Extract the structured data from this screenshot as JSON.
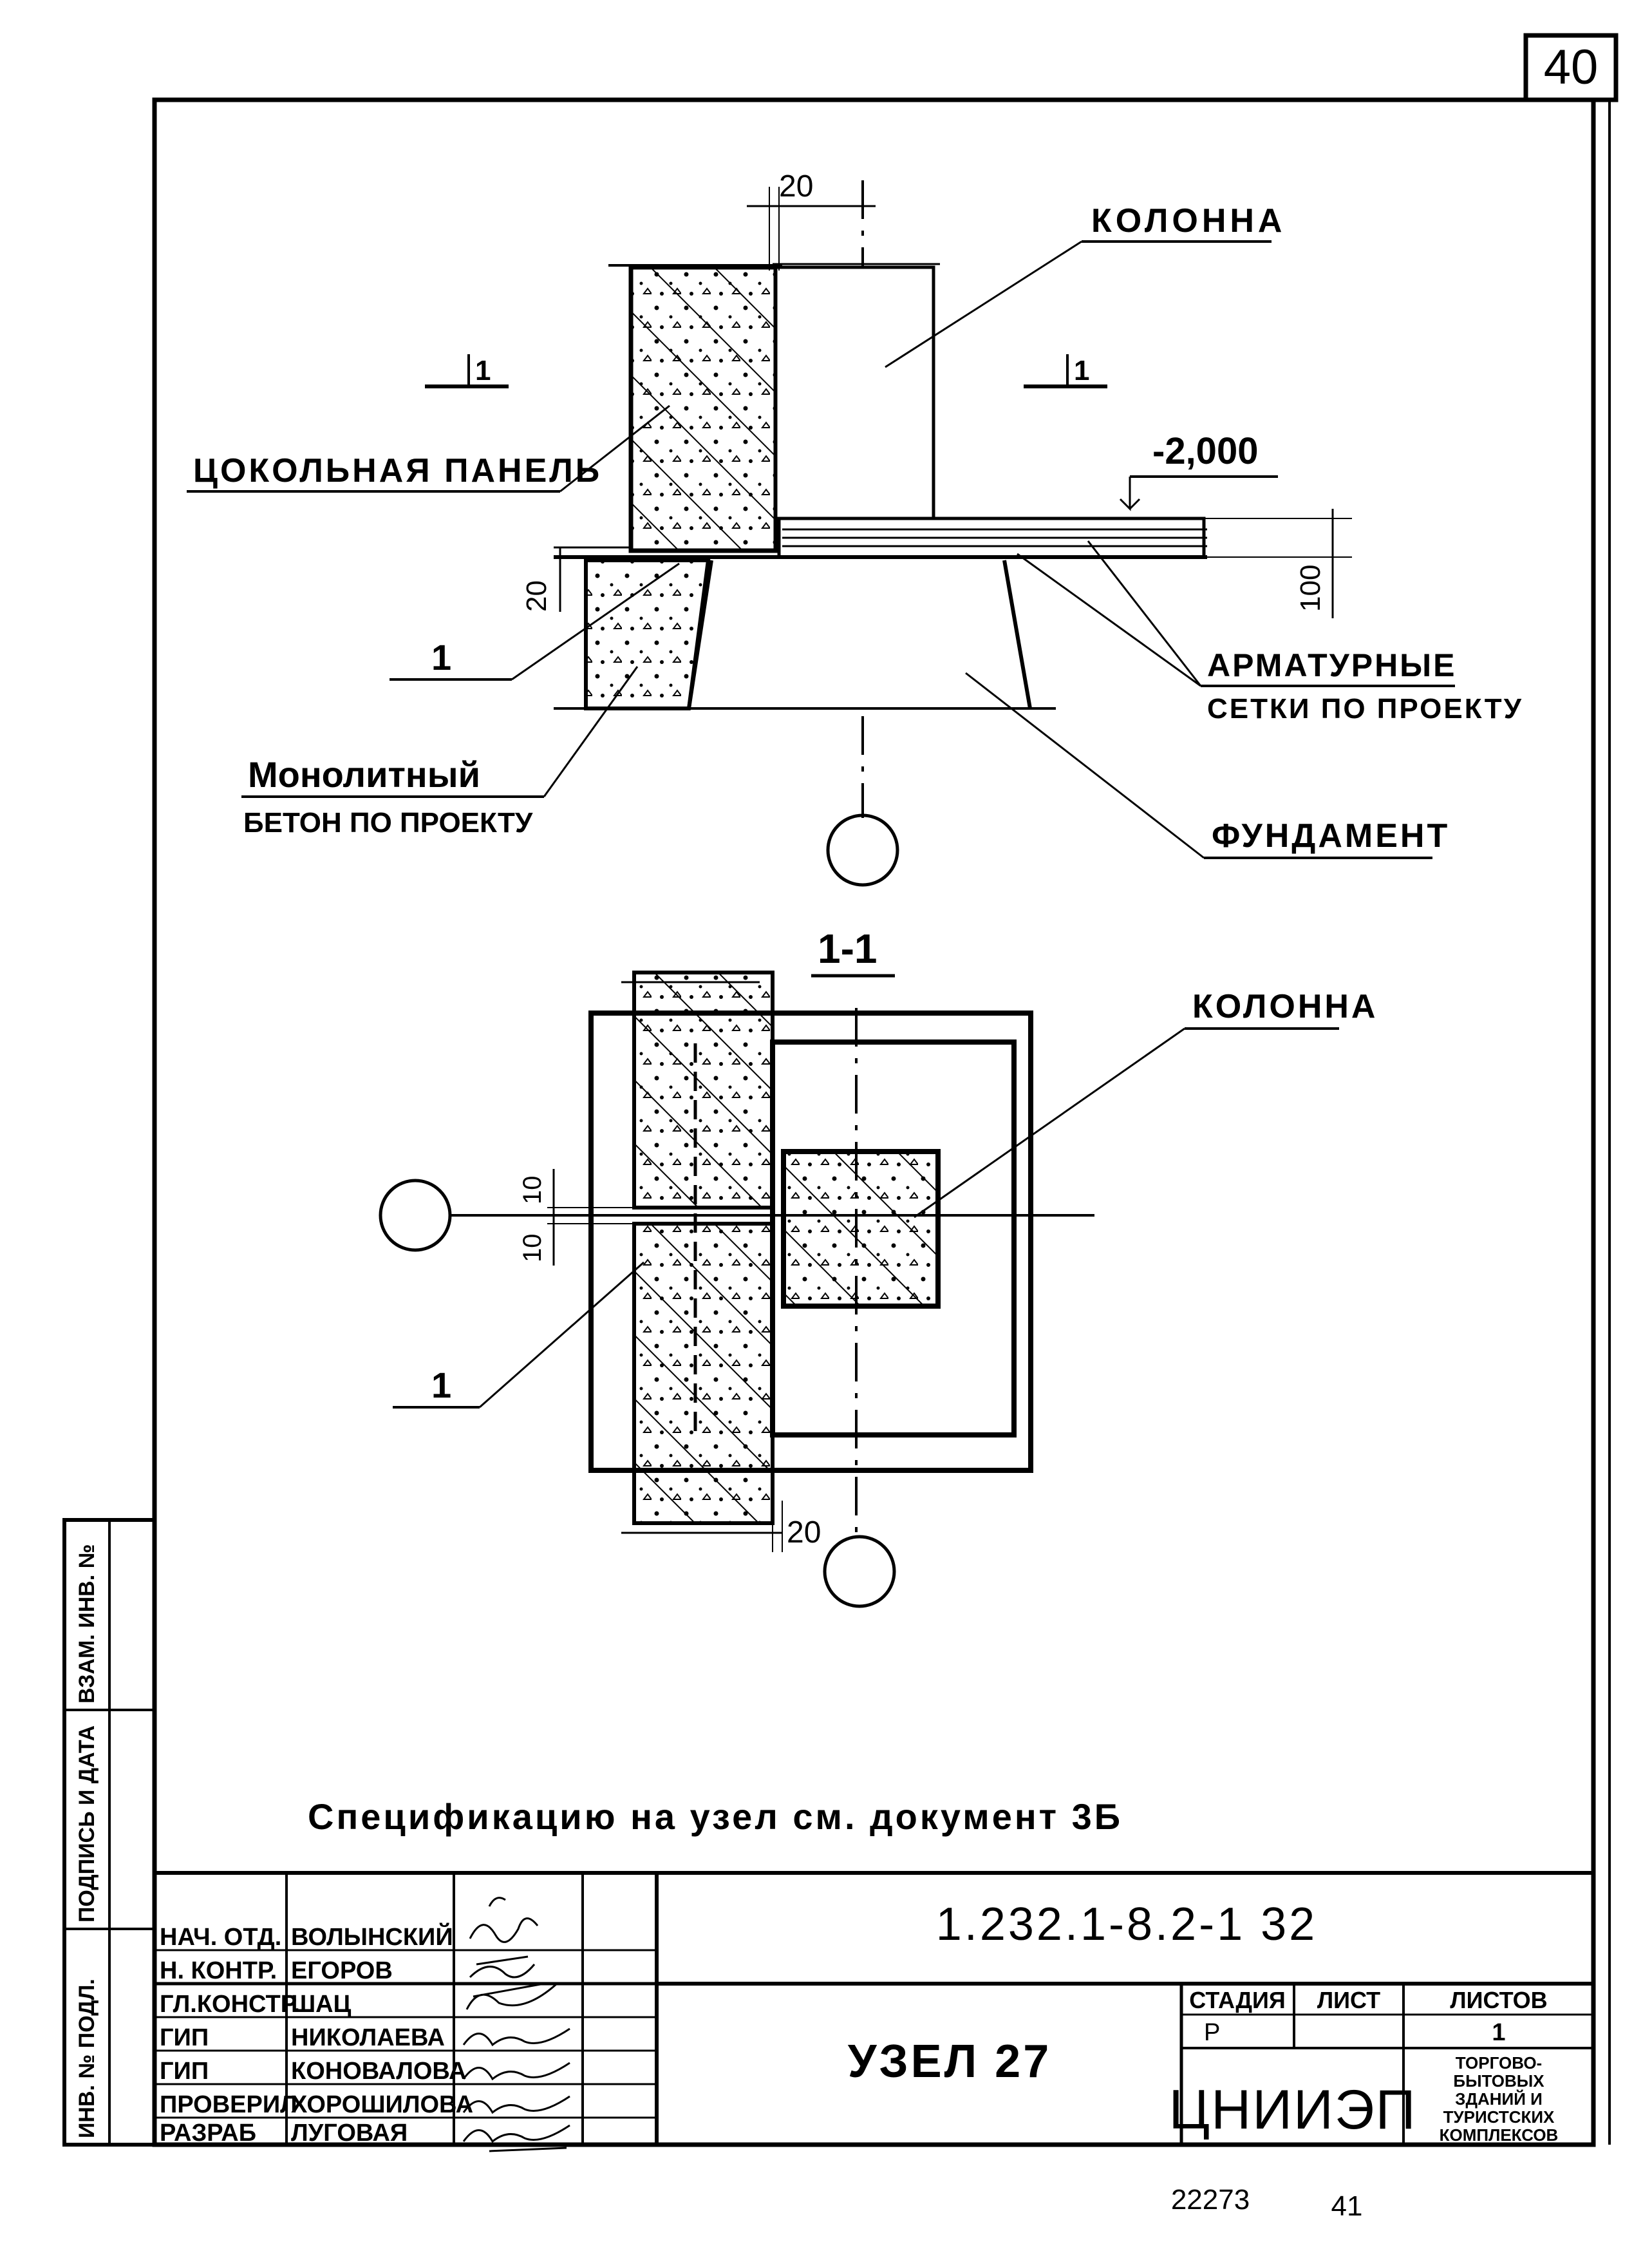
{
  "sheet_number": "40",
  "drawing": {
    "elevation_view": {
      "section_mark": "1",
      "dim_top": "20",
      "dim_left": "20",
      "dim_right": "100",
      "level_mark": "-2,000",
      "label_column": "КОЛОННА",
      "label_plinth_panel": "ЦОКОЛЬНАЯ ПАНЕЛЬ",
      "label_callout": "1",
      "label_rebar_line1": "АРМАТУРНЫЕ",
      "label_rebar_line2": "СЕТКИ ПО ПРОЕКТУ",
      "label_monolith_line1": "Монолитный",
      "label_monolith_line2": "БЕТОН ПО ПРОЕКТУ",
      "label_foundation": "ФУНДАМЕНТ"
    },
    "section_view": {
      "title": "1-1",
      "label_column": "КОЛОННА",
      "dim_gap_top": "10",
      "dim_gap_bottom": "10",
      "dim_bottom": "20",
      "label_callout": "1"
    },
    "note": "Спецификацию на узел см. документ 3Б"
  },
  "side_stamp": [
    "ИНВ. № ПОДЛ.",
    "ПОДПИСЬ И ДАТА",
    "ВЗАМ. ИНВ. №"
  ],
  "title_block": {
    "document_code": "1.232.1-8.2-1 32",
    "sheet_title": "УЗЕЛ 27",
    "roles": [
      {
        "role": "НАЧ. ОТД.",
        "name": "ВОЛЫНСКИЙ"
      },
      {
        "role": "Н. КОНТР.",
        "name": "ЕГОРОВ"
      },
      {
        "role": "ГЛ.КОНСТР.",
        "name": "ШАЦ"
      },
      {
        "role": "ГИП",
        "name": "НИКОЛАЕВА"
      },
      {
        "role": "ГИП",
        "name": "КОНОВАЛОВА"
      },
      {
        "role": "ПРОВЕРИЛ",
        "name": "ХОРОШИЛОВА"
      },
      {
        "role": "РАЗРАБ",
        "name": "ЛУГОВАЯ"
      }
    ],
    "stage_header": "СТАДИЯ",
    "sheet_header": "ЛИСТ",
    "sheets_header": "ЛИСТОВ",
    "stage_value": "Р",
    "sheet_value": "",
    "sheets_value": "1",
    "organization": "ЦНИИЭП",
    "organization_desc": [
      "ТОРГОВО-",
      "БЫТОВЫХ",
      "ЗДАНИЙ И",
      "ТУРИСТСКИХ",
      "КОМПЛЕКСОВ"
    ]
  },
  "footer": {
    "archive_number": "22273",
    "page_number": "41"
  }
}
